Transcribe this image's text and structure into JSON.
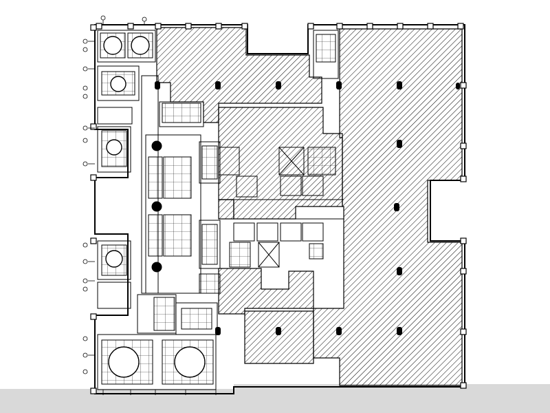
{
  "drawing": {
    "type": "architectural floor plan",
    "colors": {
      "background": "#ffffff",
      "line": "#000000",
      "hatch": "#000000",
      "footer_band": "#d9d9d9"
    },
    "patterns": [
      "diagonal-hatch"
    ],
    "room_types": [
      "hatched-zone",
      "core",
      "office-cluster",
      "conference-room",
      "corridor"
    ]
  }
}
